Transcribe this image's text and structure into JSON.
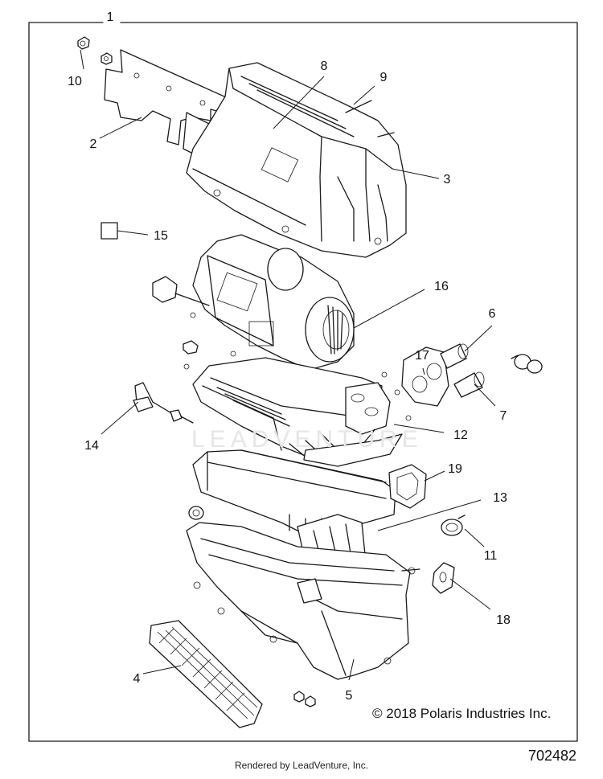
{
  "diagram": {
    "assembly_number": "1",
    "callouts": [
      "2",
      "3",
      "4",
      "5",
      "6",
      "7",
      "8",
      "9",
      "10",
      "11",
      "12",
      "13",
      "14",
      "15",
      "16",
      "17",
      "18",
      "19"
    ],
    "copyright": "© 2018 Polaris Industries Inc.",
    "diagram_number": "702482",
    "rendered_by": "Rendered by LeadVenture, Inc.",
    "watermark": "LEADVENTURE"
  }
}
